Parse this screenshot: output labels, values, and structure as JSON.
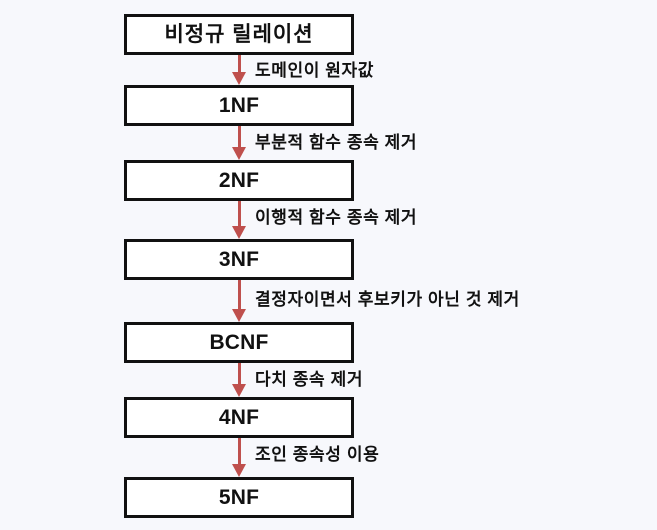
{
  "diagram": {
    "type": "flowchart",
    "orientation": "vertical-top-down",
    "background_color": "#f7f8fc",
    "box_border_color": "#111111",
    "box_fill_color": "#ffffff",
    "arrow_color": "#bf504d",
    "text_color": "#111111",
    "nodes": [
      {
        "id": "unnormalized",
        "label": "비정규 릴레이션",
        "script": "korean"
      },
      {
        "id": "1nf",
        "label": "1NF",
        "script": "latin"
      },
      {
        "id": "2nf",
        "label": "2NF",
        "script": "latin"
      },
      {
        "id": "3nf",
        "label": "3NF",
        "script": "latin"
      },
      {
        "id": "bcnf",
        "label": "BCNF",
        "script": "latin"
      },
      {
        "id": "4nf",
        "label": "4NF",
        "script": "latin"
      },
      {
        "id": "5nf",
        "label": "5NF",
        "script": "latin"
      }
    ],
    "edges": [
      {
        "from": "unnormalized",
        "to": "1nf",
        "label": "도메인이 원자값"
      },
      {
        "from": "1nf",
        "to": "2nf",
        "label": "부분적 함수 종속 제거"
      },
      {
        "from": "2nf",
        "to": "3nf",
        "label": "이행적 함수 종속 제거"
      },
      {
        "from": "3nf",
        "to": "bcnf",
        "label": "결정자이면서 후보키가 아닌 것 제거"
      },
      {
        "from": "bcnf",
        "to": "4nf",
        "label": "다치 종속 제거"
      },
      {
        "from": "4nf",
        "to": "5nf",
        "label": "조인 종속성 이용"
      }
    ]
  }
}
